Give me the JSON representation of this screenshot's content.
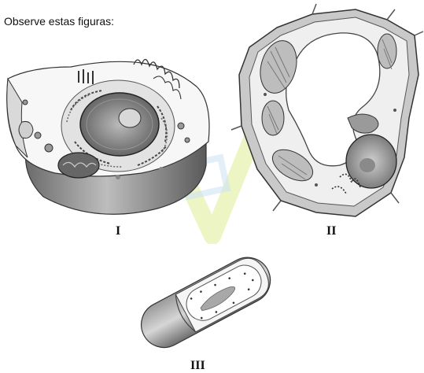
{
  "question": {
    "prompt": "Observe estas figuras:"
  },
  "figures": [
    {
      "label": "I"
    },
    {
      "label": "II"
    },
    {
      "label": "III"
    }
  ]
}
